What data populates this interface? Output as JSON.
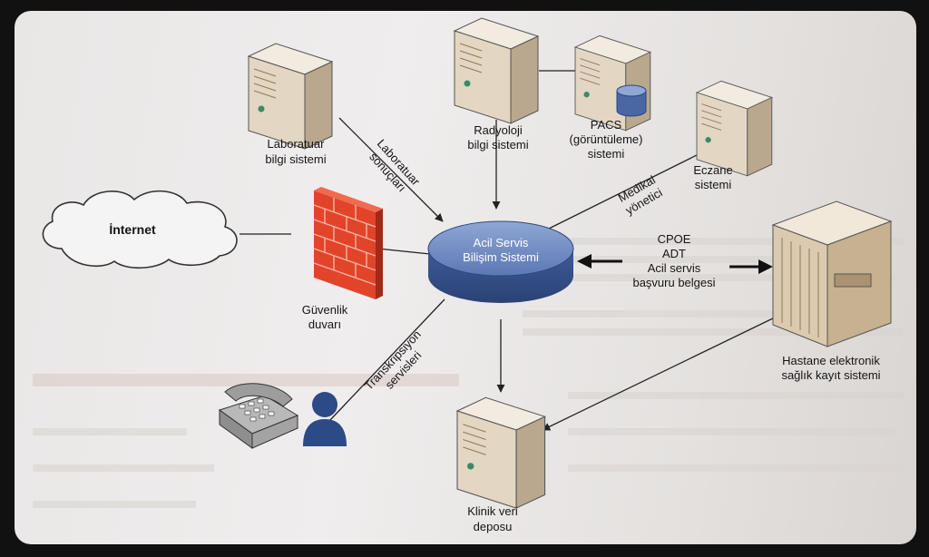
{
  "nodes": {
    "center": {
      "line1": "Acil Servis",
      "line2": "Bilişim Sistemi"
    },
    "lab": {
      "line1": "Laboratuar",
      "line2": "bilgi sistemi"
    },
    "radiology": {
      "line1": "Radyoloji",
      "line2": "bilgi sistemi"
    },
    "pacs": {
      "line1": "PACS",
      "line2": "(görüntüleme)",
      "line3": "sistemi"
    },
    "pharmacy": {
      "line1": "Eczane",
      "line2": "sistemi"
    },
    "internet": {
      "label": "İnternet"
    },
    "firewall": {
      "line1": "Güvenlik",
      "line2": "duvarı"
    },
    "ehr": {
      "line1": "Hastane elektronik",
      "line2": "sağlık kayıt sistemi"
    },
    "warehouse": {
      "line1": "Klinik veri",
      "line2": "deposu"
    }
  },
  "edges": {
    "lab_results": {
      "line1": "Laboratuar",
      "line2": "sonuçları"
    },
    "medical_manager": {
      "line1": "Medikal",
      "line2": "yönetici"
    },
    "ehr_inputs": {
      "line1": "CPOE",
      "line2": "ADT",
      "line3": "Acil servis",
      "line4": "başvuru belgesi"
    },
    "transcription": {
      "line1": "Transkripsiyon",
      "line2": "servisleri"
    }
  },
  "colors": {
    "server_front": "#e3d6c3",
    "server_side": "#b9a88e",
    "server_top": "#f2ebe0",
    "db_blue": "#4a66a3",
    "firewall_red": "#e2442a",
    "person_blue": "#2c4a86"
  },
  "icons": [
    "server-icon",
    "database-icon",
    "firewall-icon",
    "cloud-icon",
    "telephone-icon",
    "person-icon",
    "cabinet-server-icon"
  ]
}
